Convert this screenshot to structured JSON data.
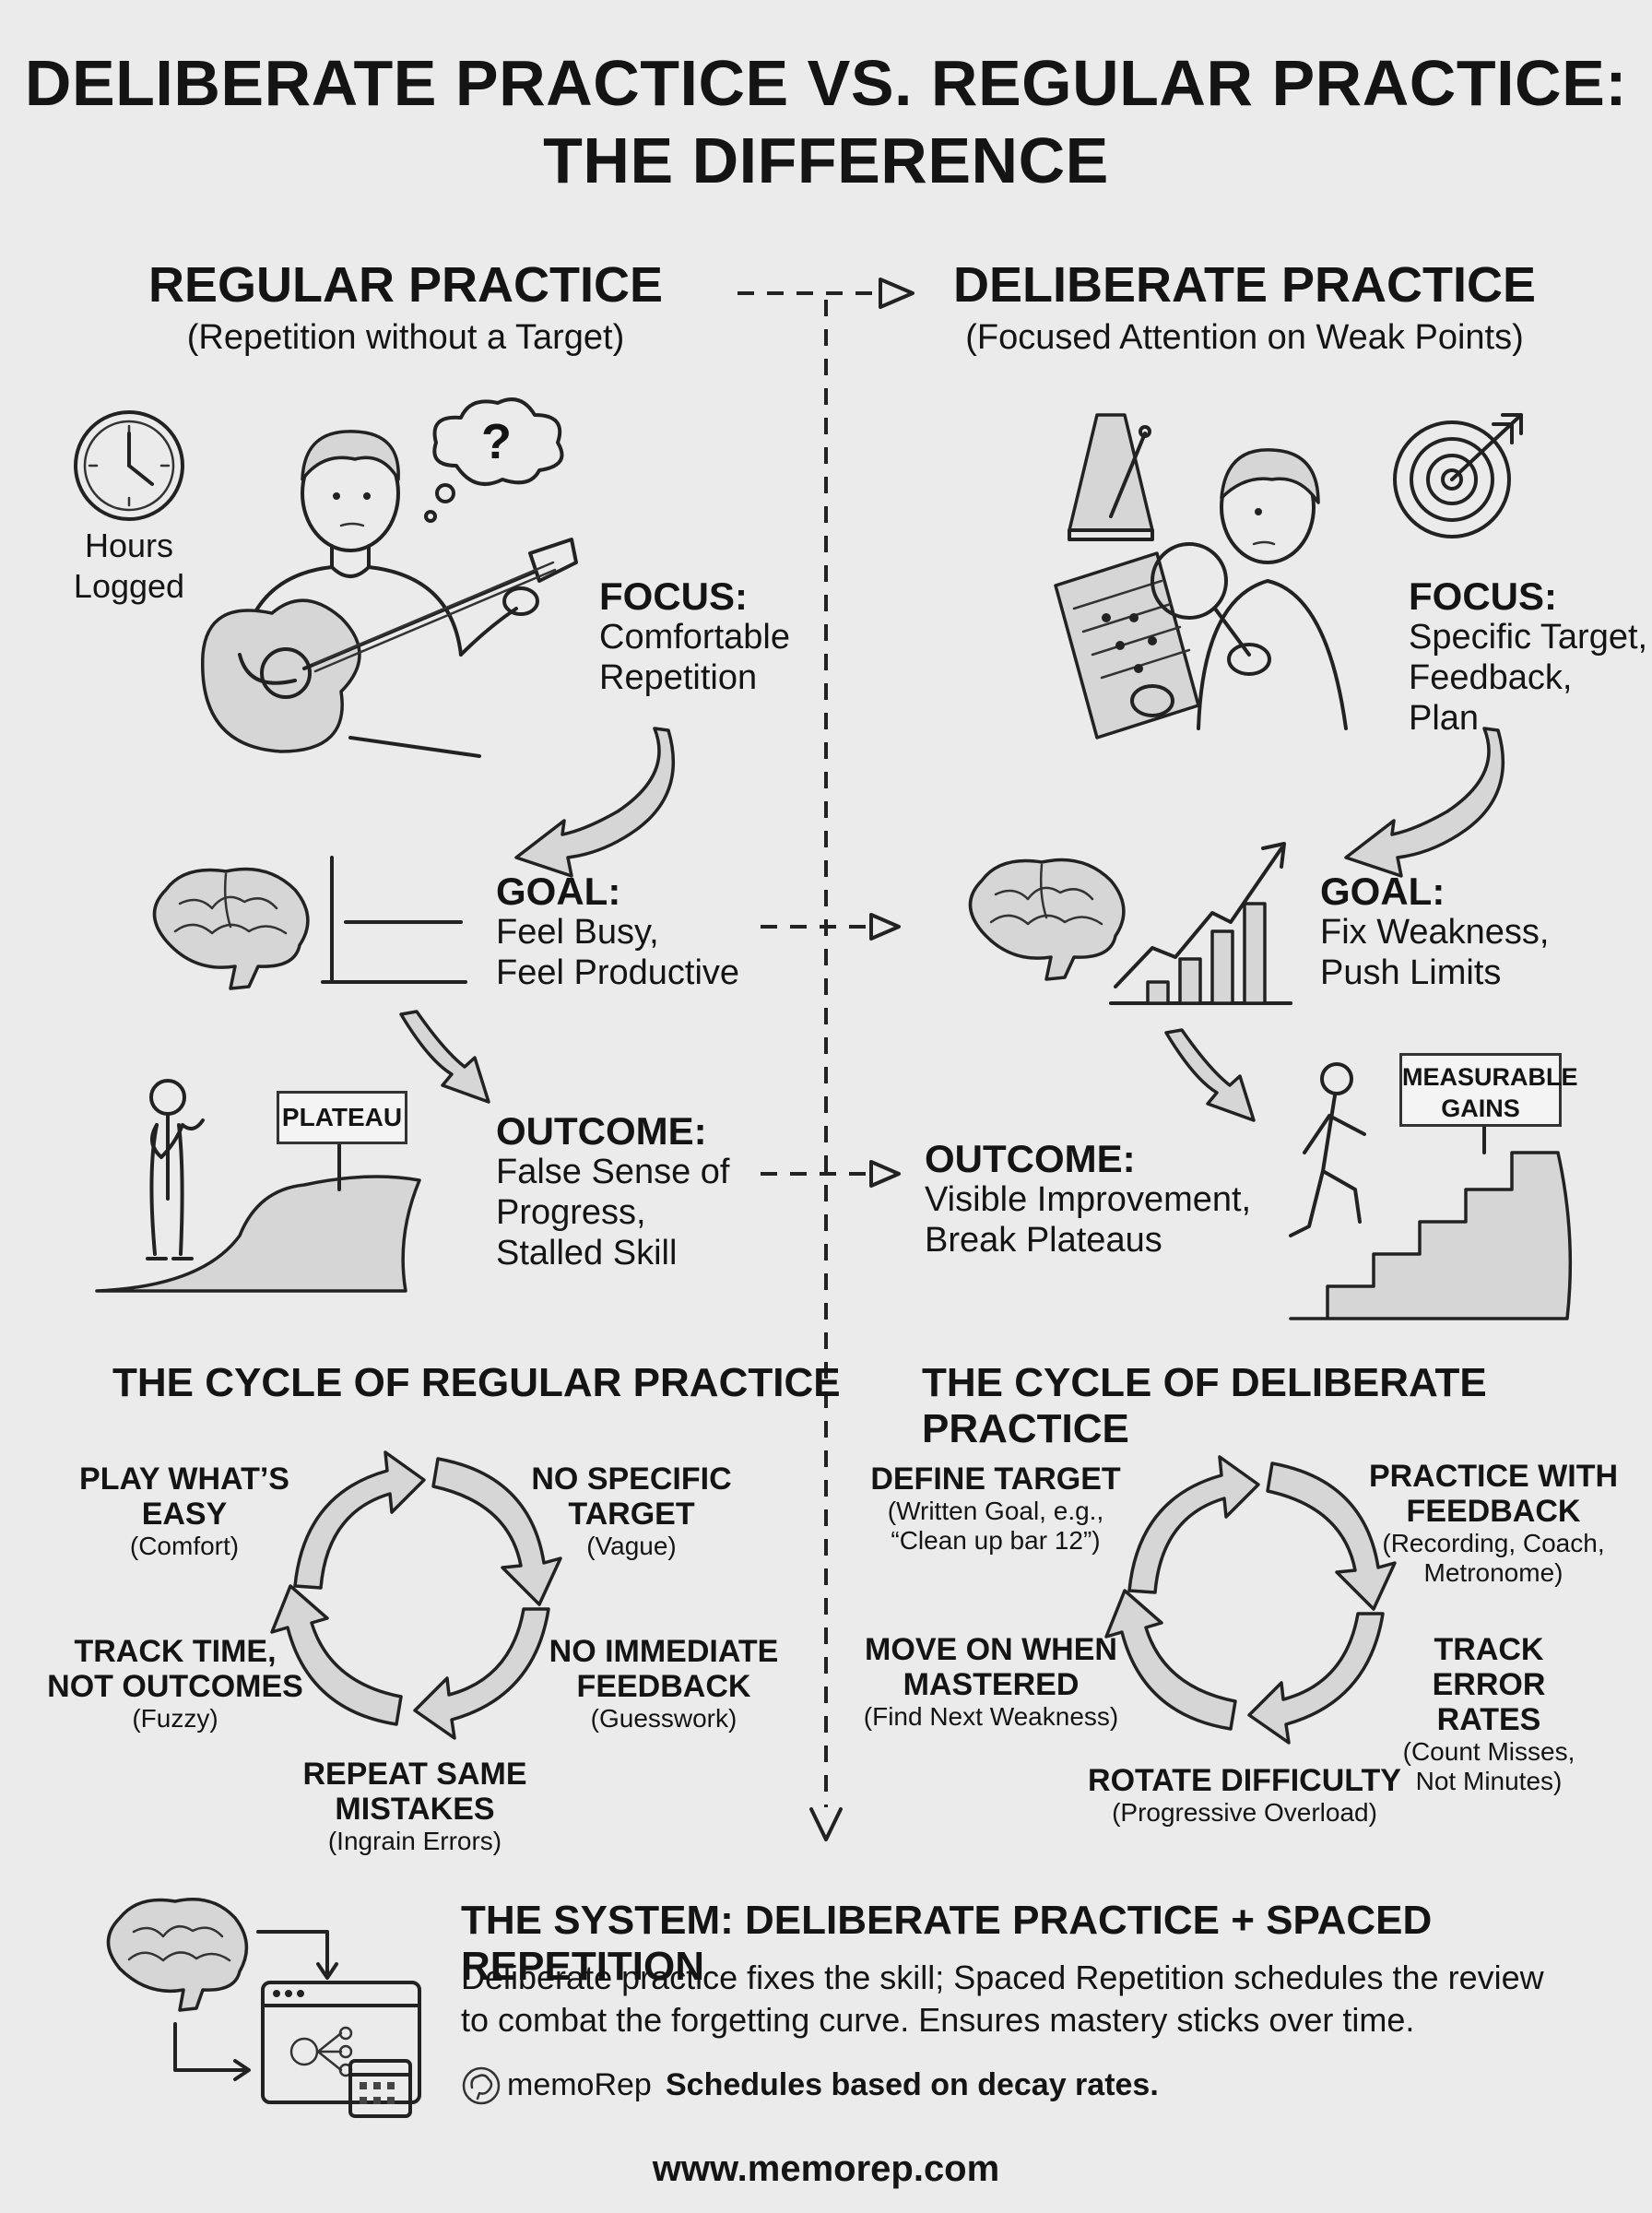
{
  "title": {
    "line1": "DELIBERATE PRACTICE VS. REGULAR PRACTICE:",
    "line2": "THE DIFFERENCE"
  },
  "regular": {
    "title": "REGULAR PRACTICE",
    "subtitle": "(Repetition without a Target)",
    "hours_label_1": "Hours",
    "hours_label_2": "Logged",
    "thought": "?",
    "focus": {
      "heading": "FOCUS:",
      "line1": "Comfortable",
      "line2": "Repetition"
    },
    "goal": {
      "heading": "GOAL:",
      "line1": "Feel Busy,",
      "line2": "Feel Productive"
    },
    "outcome": {
      "heading": "OUTCOME:",
      "line1": "False Sense of",
      "line2": "Progress,",
      "line3": "Stalled Skill"
    },
    "sign": "PLATEAU",
    "cycle": {
      "title": "THE CYCLE OF REGULAR PRACTICE",
      "steps": [
        {
          "line1": "PLAY WHAT’S",
          "line2": "EASY",
          "note": "(Comfort)"
        },
        {
          "line1": "NO SPECIFIC",
          "line2": "TARGET",
          "note": "(Vague)"
        },
        {
          "line1": "NO IMMEDIATE",
          "line2": "FEEDBACK",
          "note": "(Guesswork)"
        },
        {
          "line1": "REPEAT SAME",
          "line2": "MISTAKES",
          "note": "(Ingrain Errors)"
        },
        {
          "line1": "TRACK TIME,",
          "line2": "NOT OUTCOMES",
          "note": "(Fuzzy)"
        }
      ]
    }
  },
  "deliberate": {
    "title": "DELIBERATE PRACTICE",
    "subtitle": "(Focused Attention on Weak Points)",
    "focus": {
      "heading": "FOCUS:",
      "line1": "Specific Target,",
      "line2": "Feedback, Plan"
    },
    "goal": {
      "heading": "GOAL:",
      "line1": "Fix Weakness,",
      "line2": "Push Limits"
    },
    "outcome": {
      "heading": "OUTCOME:",
      "line1": "Visible Improvement,",
      "line2": "Break Plateaus"
    },
    "sign_line1": "MEASURABLE",
    "sign_line2": "GAINS",
    "cycle": {
      "title": "THE CYCLE OF DELIBERATE PRACTICE",
      "steps": [
        {
          "line1": "DEFINE TARGET",
          "note1": "(Written Goal, e.g.,",
          "note2": "“Clean up bar 12”)"
        },
        {
          "line1": "PRACTICE WITH",
          "line2": "FEEDBACK",
          "note1": "(Recording, Coach,",
          "note2": "Metronome)"
        },
        {
          "line1": "TRACK ERROR",
          "line2": "RATES",
          "note1": "(Count Misses,",
          "note2": "Not Minutes)"
        },
        {
          "line1": "ROTATE DIFFICULTY",
          "note1": "(Progressive Overload)"
        },
        {
          "line1": "MOVE ON WHEN",
          "line2": "MASTERED",
          "note1": "(Find Next Weakness)"
        }
      ]
    }
  },
  "system": {
    "title": "THE SYSTEM: DELIBERATE PRACTICE + SPACED REPETITION",
    "body_line1": "Deliberate practice fixes the skill; Spaced Repetition schedules the review",
    "body_line2": "to combat the forgetting curve. Ensures mastery sticks over time.",
    "brand": "memoRep",
    "tagline": "Schedules based on decay rates."
  },
  "footer": {
    "url": "www.memorep.com"
  }
}
